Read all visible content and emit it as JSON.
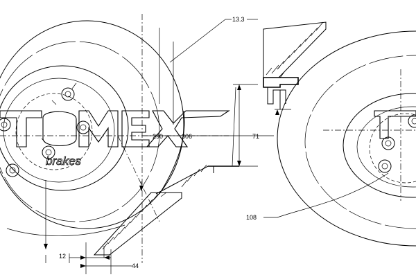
{
  "dimensions": {
    "top_width": "13.3",
    "diameter_outer": "290",
    "diameter_mid": "306",
    "hub_height": "71",
    "bolt_circle": "108",
    "offset_bottom": "12",
    "thickness_bottom": "44"
  },
  "logo": {
    "main": "TOMEX",
    "sub": "brakes"
  },
  "icons": {
    "disc": "brake-disc-icon",
    "section": "disc-cross-section-icon"
  }
}
